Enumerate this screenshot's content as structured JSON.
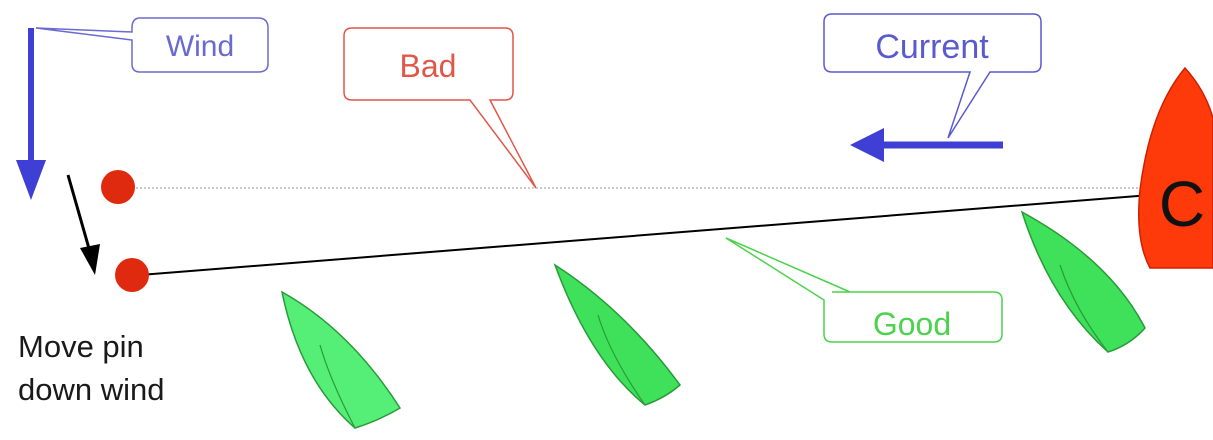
{
  "labels": {
    "wind": "Wind",
    "bad": "Bad",
    "current": "Current",
    "good": "Good",
    "committee_boat": "C",
    "move_pin_line1": "Move pin",
    "move_pin_line2": "down wind"
  },
  "colors": {
    "wind_arrow": "#3f3fd6",
    "current_arrow": "#3f3fd6",
    "wind_callout": "#6a6ad0",
    "current_callout": "#5a5ad0",
    "bad_callout": "#e0574a",
    "good_callout": "#4cd24c",
    "pin_buoy": "#e02a10",
    "committee_boat": "#ff3a0a",
    "boat_fill": "#3fe05a",
    "boat_fill_light": "#55ee77",
    "bad_line": "#b8b8b8",
    "good_line": "#000000",
    "move_arrow": "#000000",
    "text_dark": "#1a1a1a"
  },
  "icons": {
    "wind": "down-arrow-icon",
    "current": "left-arrow-icon",
    "pin_move": "diagonal-arrow-icon",
    "boats": "sailboat-icon"
  }
}
